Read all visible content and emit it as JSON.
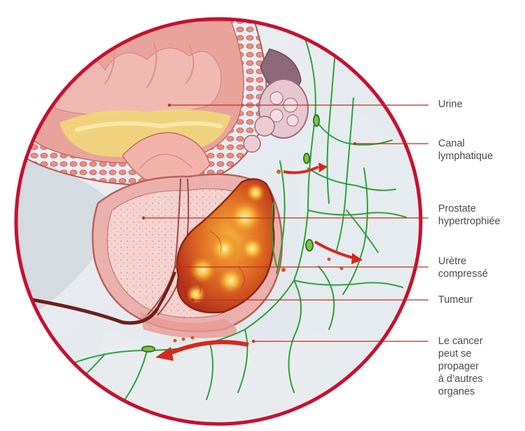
{
  "labels": {
    "urine": "Urine",
    "lymph_channel": "Canal\nlymphatique",
    "prostate": "Prostate\nhypertrophiée",
    "urethra": "Urètre\ncompressé",
    "tumor": "Tumeur",
    "spread": "Le cancer\npeut se\npropager\nà d’autres\norganes"
  },
  "colors": {
    "frame": "#c8102e",
    "leader": "#b8321e",
    "lymph": "#2aa33a",
    "bladder_wall": "#e39c93",
    "urine": "#f1d57a",
    "prostate": "#f1c9c6",
    "tumor": "#d0461e",
    "label_text": "#4a4a4a"
  }
}
